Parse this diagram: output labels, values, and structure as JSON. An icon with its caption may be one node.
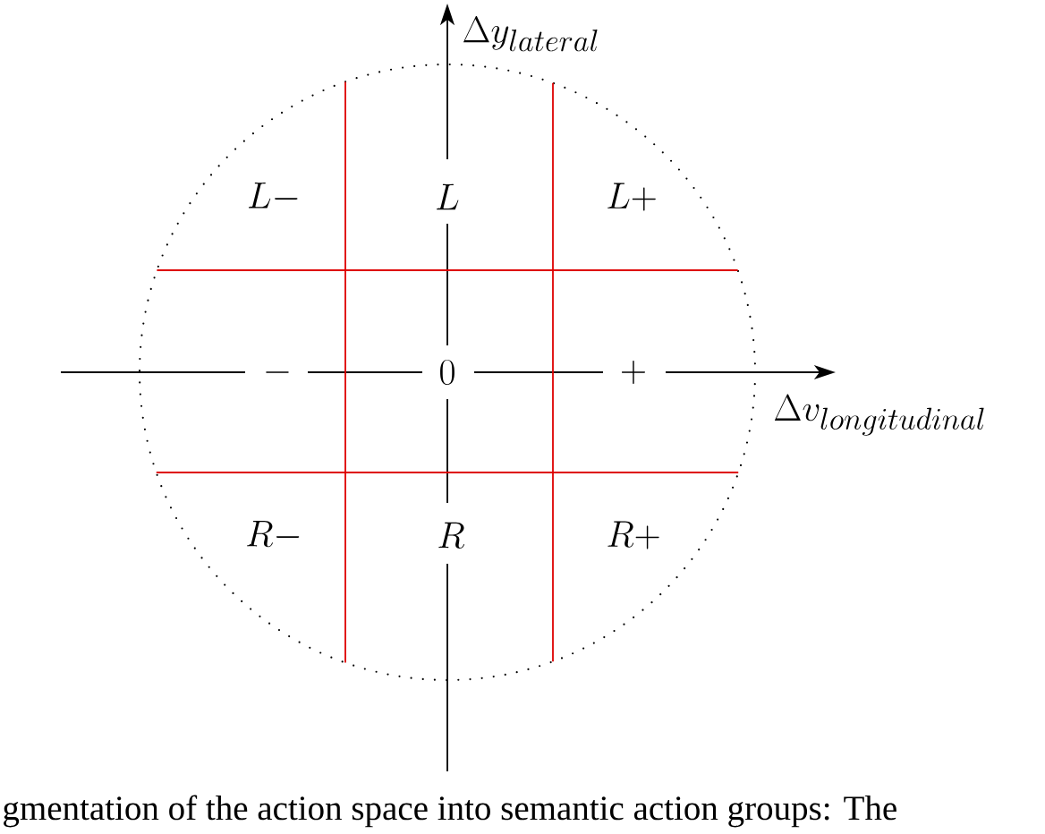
{
  "diagram": {
    "caption": "gmentation of the action space into semantic action groups: The",
    "labels": [
      "\\Delta y_{lateral}",
      "L-",
      "L",
      "L+",
      "-",
      "0",
      "+",
      "\\Delta v_{longitudinal}",
      "R-",
      "R",
      "R+"
    ]
  }
}
